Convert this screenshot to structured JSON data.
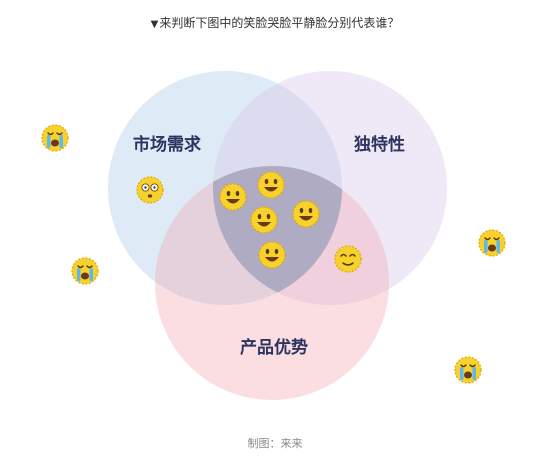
{
  "title": "来判断下图中的笑脸哭脸平静脸分别代表谁？",
  "title_marker": "▼",
  "circles": [
    {
      "label": "市场需求",
      "fill": "#a9c8e8"
    },
    {
      "label": "独特性",
      "fill": "#d9c7ea"
    },
    {
      "label": "产品优势",
      "fill": "#f2a9b4"
    }
  ],
  "credit": "制图：来来",
  "emoji": {
    "smile": 5,
    "calm": 1,
    "shocked": 1,
    "crying": 4
  },
  "colors": {
    "face": "#f7d22c",
    "face_edge": "#e0a800",
    "overlap_center": "#6f88a8"
  }
}
